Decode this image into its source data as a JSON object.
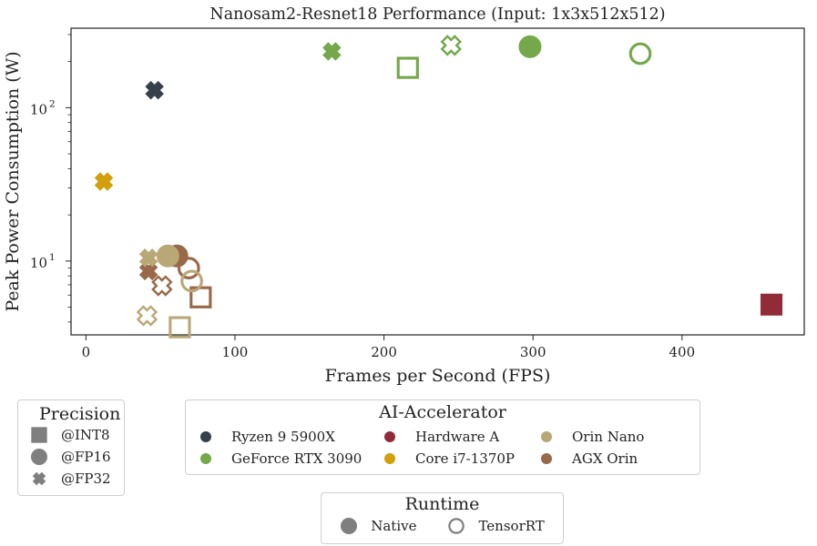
{
  "chart_data": {
    "type": "scatter",
    "title": "Nanosam2-Resnet18 Performance (Input: 1x3x512x512)",
    "xlabel": "Frames per Second (FPS)",
    "ylabel": "Peak Power Consumption (W)",
    "xscale": "linear",
    "yscale": "log",
    "xlim": [
      -10,
      482
    ],
    "ylim": [
      3.3,
      330
    ],
    "xticks": [
      0,
      100,
      200,
      300,
      400
    ],
    "xtick_labels": [
      "0",
      "100",
      "200",
      "300",
      "400"
    ],
    "yticks": [
      10,
      100
    ],
    "ytick_labels": [
      "10",
      "10"
    ],
    "ytick_exponents": [
      "1",
      "2"
    ],
    "grid": false,
    "points": [
      {
        "accelerator": "Ryzen 9 5900X",
        "precision": "@FP32",
        "runtime": "Native",
        "x": 46,
        "y": 130
      },
      {
        "accelerator": "GeForce RTX 3090",
        "precision": "@FP32",
        "runtime": "Native",
        "x": 165,
        "y": 233
      },
      {
        "accelerator": "GeForce RTX 3090",
        "precision": "@INT8",
        "runtime": "TensorRT",
        "x": 216,
        "y": 182
      },
      {
        "accelerator": "GeForce RTX 3090",
        "precision": "@FP32",
        "runtime": "TensorRT",
        "x": 245,
        "y": 255
      },
      {
        "accelerator": "GeForce RTX 3090",
        "precision": "@FP16",
        "runtime": "Native",
        "x": 298,
        "y": 250
      },
      {
        "accelerator": "GeForce RTX 3090",
        "precision": "@FP16",
        "runtime": "TensorRT",
        "x": 372,
        "y": 225
      },
      {
        "accelerator": "Core i7-1370P",
        "precision": "@FP32",
        "runtime": "Native",
        "x": 12,
        "y": 33
      },
      {
        "accelerator": "Hardware A",
        "precision": "@INT8",
        "runtime": "Native",
        "x": 460,
        "y": 5.2
      },
      {
        "accelerator": "AGX Orin",
        "precision": "@FP32",
        "runtime": "Native",
        "x": 42,
        "y": 8.6
      },
      {
        "accelerator": "AGX Orin",
        "precision": "@FP16",
        "runtime": "Native",
        "x": 61,
        "y": 10.8
      },
      {
        "accelerator": "AGX Orin",
        "precision": "@FP16",
        "runtime": "TensorRT",
        "x": 69,
        "y": 9.0
      },
      {
        "accelerator": "AGX Orin",
        "precision": "@FP32",
        "runtime": "TensorRT",
        "x": 51,
        "y": 6.9
      },
      {
        "accelerator": "AGX Orin",
        "precision": "@INT8",
        "runtime": "TensorRT",
        "x": 77,
        "y": 5.8
      },
      {
        "accelerator": "Orin Nano",
        "precision": "@FP32",
        "runtime": "Native",
        "x": 42,
        "y": 10.5
      },
      {
        "accelerator": "Orin Nano",
        "precision": "@FP16",
        "runtime": "Native",
        "x": 55,
        "y": 10.8
      },
      {
        "accelerator": "Orin Nano",
        "precision": "@FP16",
        "runtime": "TensorRT",
        "x": 71,
        "y": 7.4
      },
      {
        "accelerator": "Orin Nano",
        "precision": "@FP32",
        "runtime": "TensorRT",
        "x": 41,
        "y": 4.4
      },
      {
        "accelerator": "Orin Nano",
        "precision": "@INT8",
        "runtime": "TensorRT",
        "x": 63,
        "y": 3.7
      }
    ]
  },
  "accelerators": [
    {
      "name": "Ryzen 9 5900X",
      "color": "#36404a"
    },
    {
      "name": "GeForce RTX 3090",
      "color": "#74a84a"
    },
    {
      "name": "Hardware A",
      "color": "#912b37"
    },
    {
      "name": "Core i7-1370P",
      "color": "#d2a00c"
    },
    {
      "name": "Orin Nano",
      "color": "#b9a776"
    },
    {
      "name": "AGX Orin",
      "color": "#986849"
    }
  ],
  "legend_precision": {
    "title": "Precision",
    "items": [
      {
        "label": "@INT8",
        "marker": "square"
      },
      {
        "label": "@FP16",
        "marker": "circle"
      },
      {
        "label": "@FP32",
        "marker": "cross"
      }
    ]
  },
  "legend_accelerator": {
    "title": "AI-Accelerator",
    "row1": [
      0,
      2,
      4
    ],
    "row2": [
      1,
      3,
      5
    ]
  },
  "legend_runtime": {
    "title": "Runtime",
    "items": [
      {
        "label": "Native",
        "style": "filled"
      },
      {
        "label": "TensorRT",
        "style": "hollow"
      }
    ]
  },
  "marker_gray": "#7f7f7f"
}
